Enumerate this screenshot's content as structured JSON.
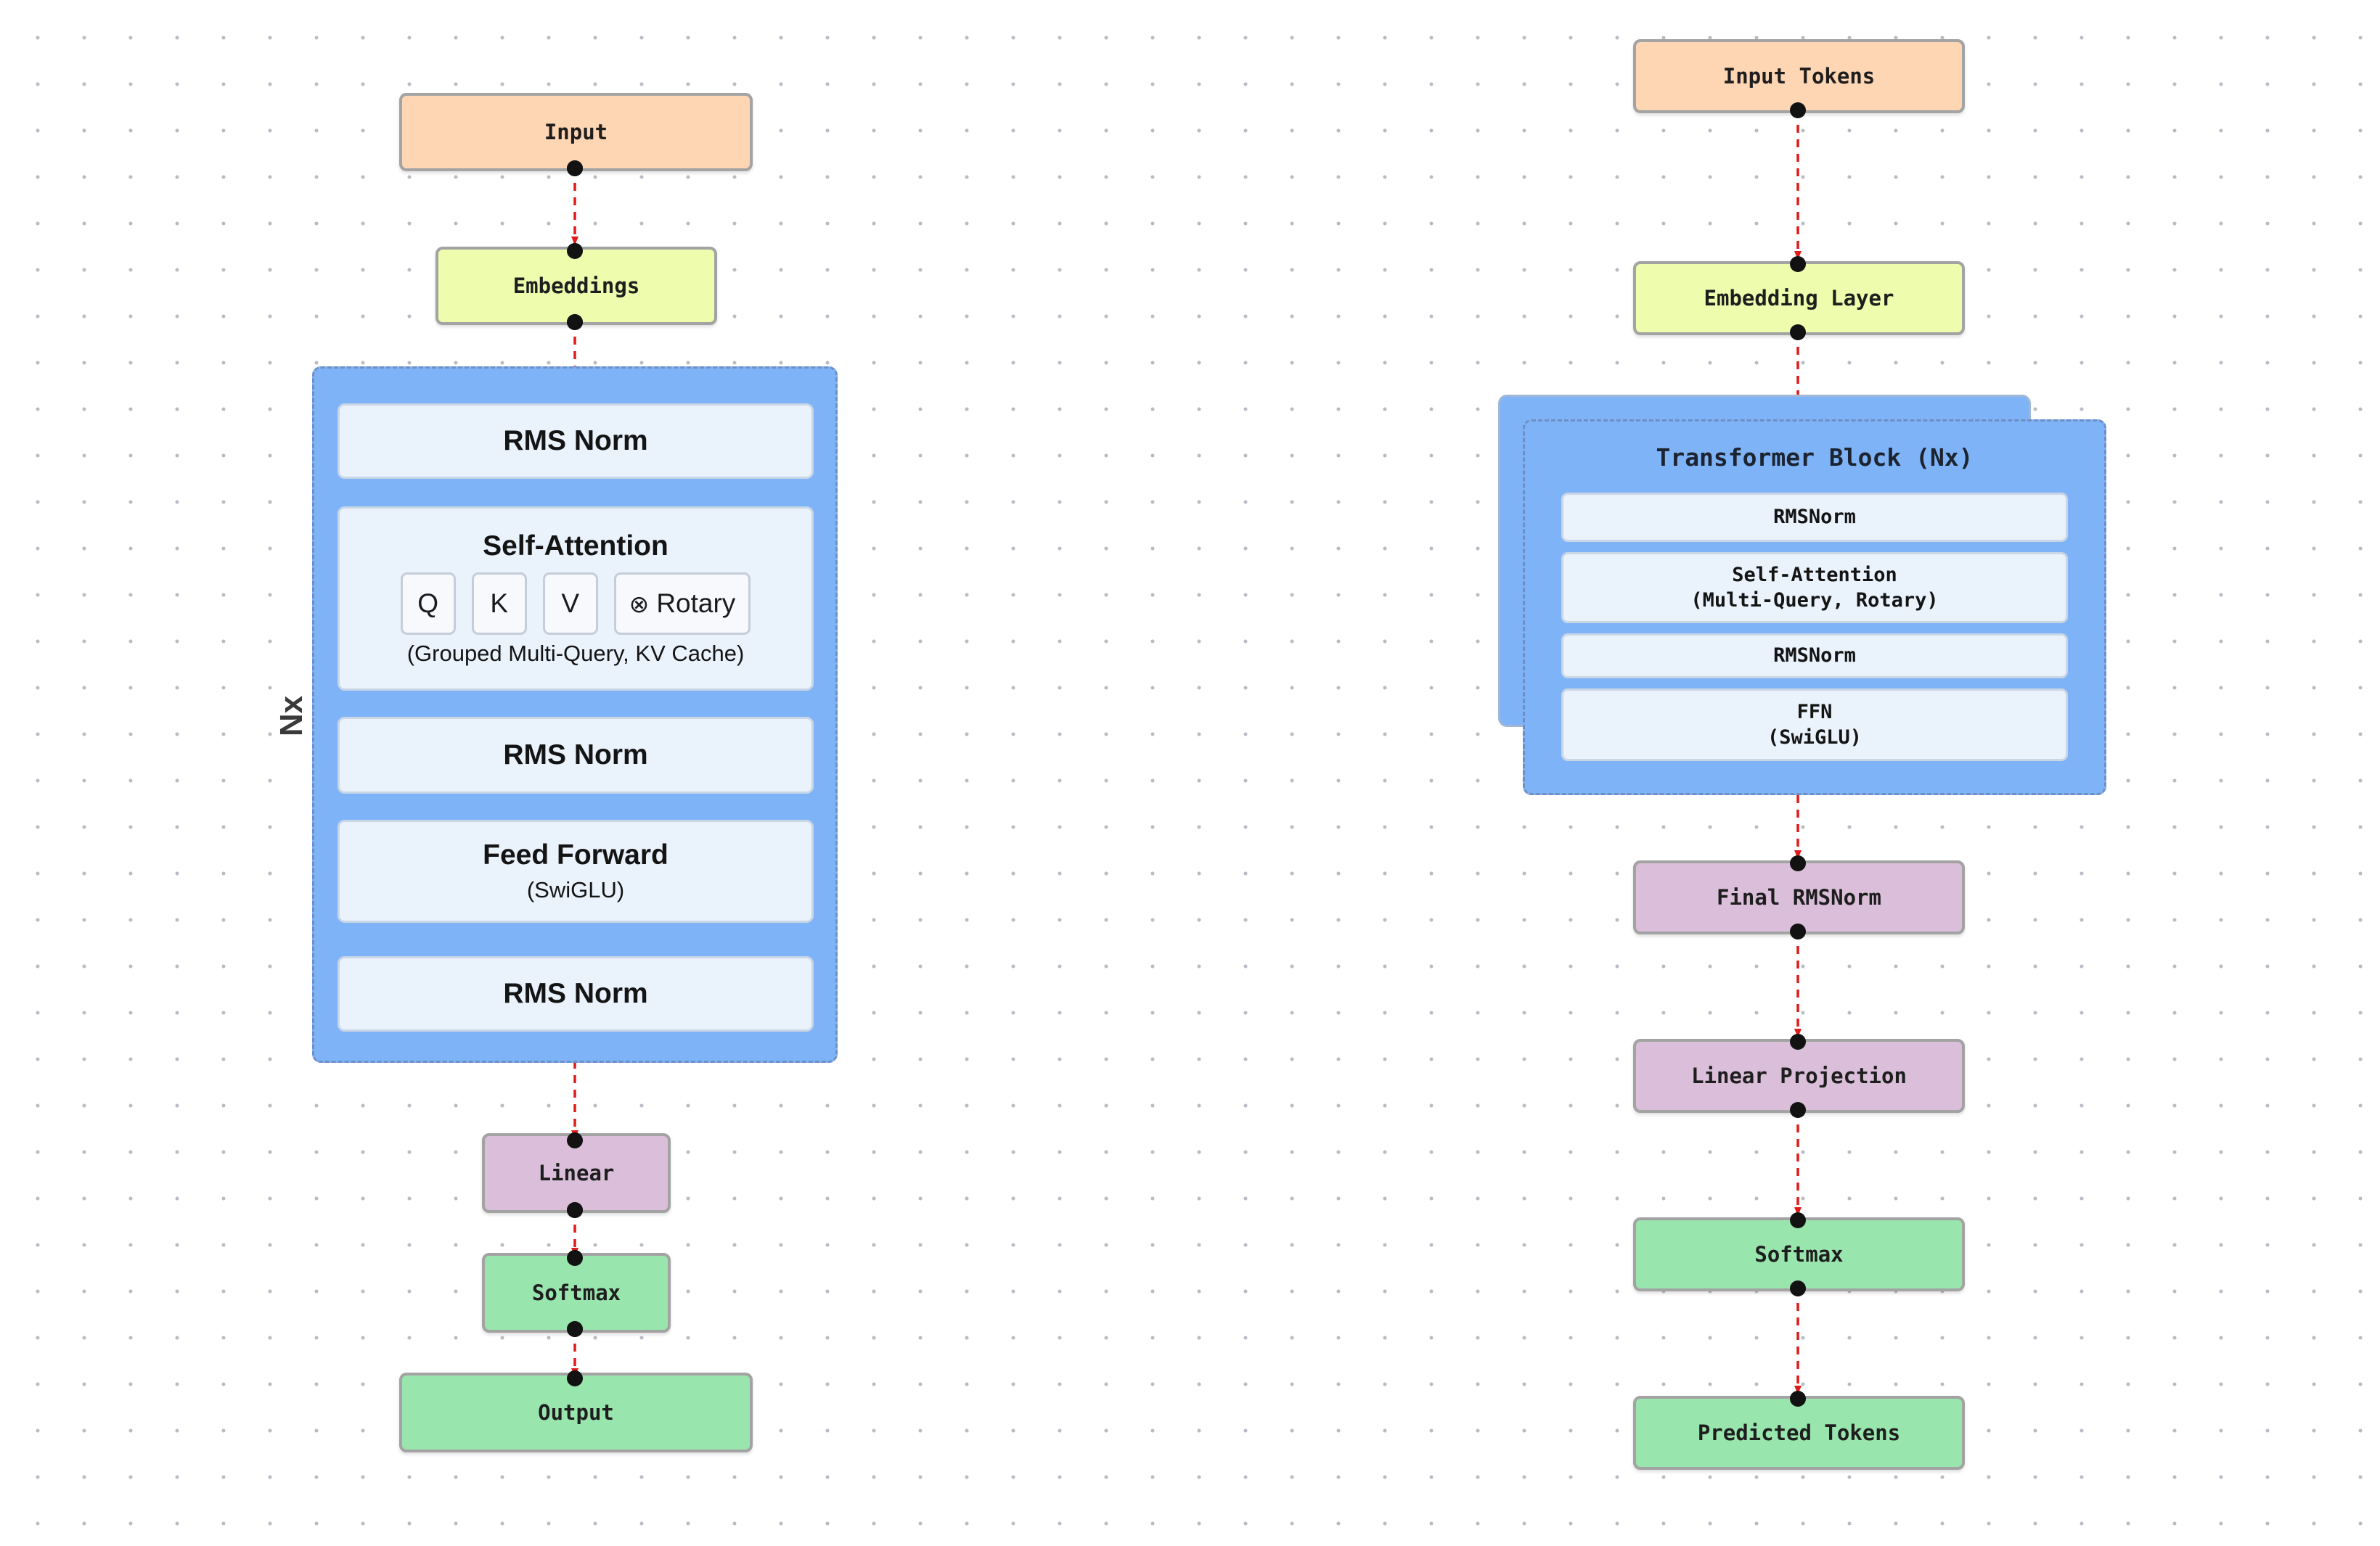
{
  "colors": {
    "input": "#ffd6b3",
    "embedding": "#eefcae",
    "block": "#7fb3f7",
    "block_item": "#eaf2fc",
    "output_stage": "#dbbfda",
    "final": "#99e5ae",
    "connector": "#e01a1a",
    "port": "#121212"
  },
  "left": {
    "input": "Input",
    "embeddings": "Embeddings",
    "repeat_label": "Nx",
    "block": {
      "norm1": "RMS Norm",
      "attention_title": "Self-Attention",
      "chips": {
        "q": "Q",
        "k": "K",
        "v": "V",
        "rotary_symbol": "⊗",
        "rotary": "Rotary"
      },
      "attention_note": "(Grouped Multi-Query, KV Cache)",
      "norm2": "RMS Norm",
      "ff_title": "Feed Forward",
      "ff_note": "(SwiGLU)",
      "norm3": "RMS Norm"
    },
    "linear": "Linear",
    "softmax": "Softmax",
    "output": "Output"
  },
  "right": {
    "input": "Input Tokens",
    "embedding": "Embedding Layer",
    "block": {
      "title": "Transformer Block (Nx)",
      "norm1": "RMSNorm",
      "attn_line1": "Self-Attention",
      "attn_line2": "(Multi-Query, Rotary)",
      "norm2": "RMSNorm",
      "ffn_line1": "FFN",
      "ffn_line2": "(SwiGLU)"
    },
    "final_norm": "Final RMSNorm",
    "linear": "Linear Projection",
    "softmax": "Softmax",
    "output": "Predicted Tokens"
  }
}
